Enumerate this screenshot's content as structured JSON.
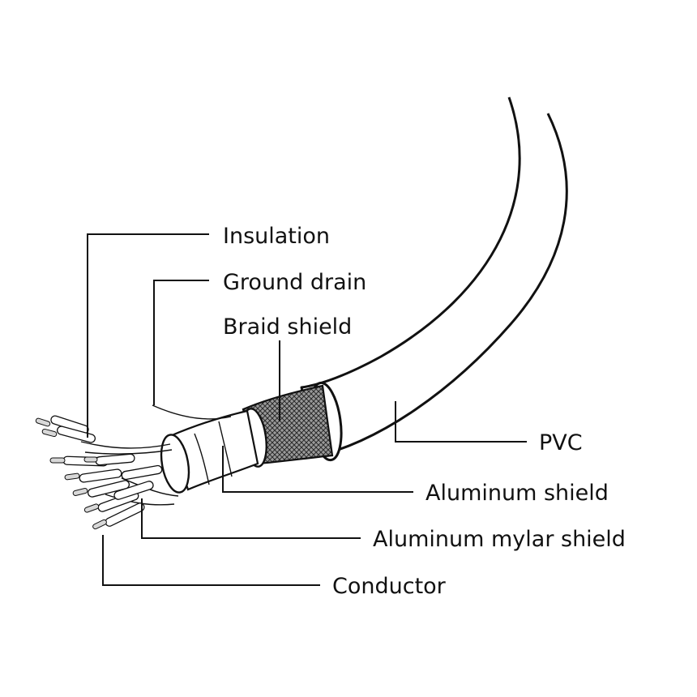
{
  "labels": {
    "insulation": "Insulation",
    "ground_drain": "Ground drain",
    "braid_shield": "Braid shield",
    "pvc": "PVC",
    "aluminum_shield": "Aluminum shield",
    "aluminum_mylar_shield": "Aluminum mylar shield",
    "conductor": "Conductor"
  }
}
